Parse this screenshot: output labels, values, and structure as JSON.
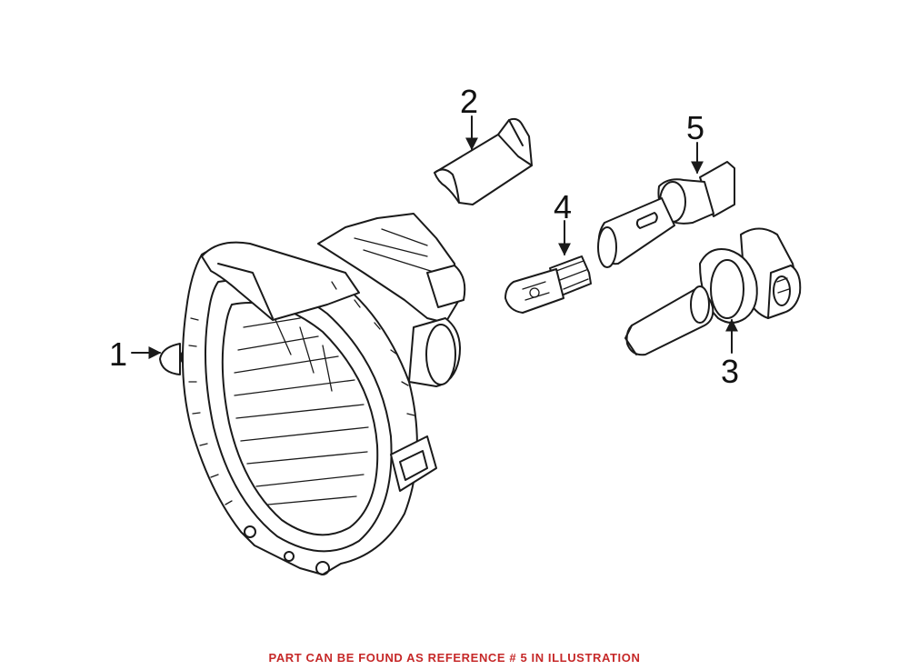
{
  "callouts": {
    "c1": "1",
    "c2": "2",
    "c3": "3",
    "c4": "4",
    "c5": "5"
  },
  "footer": {
    "note": "PART CAN BE FOUND AS REFERENCE # 5 IN ILLUSTRATION",
    "color": "#c62828"
  }
}
